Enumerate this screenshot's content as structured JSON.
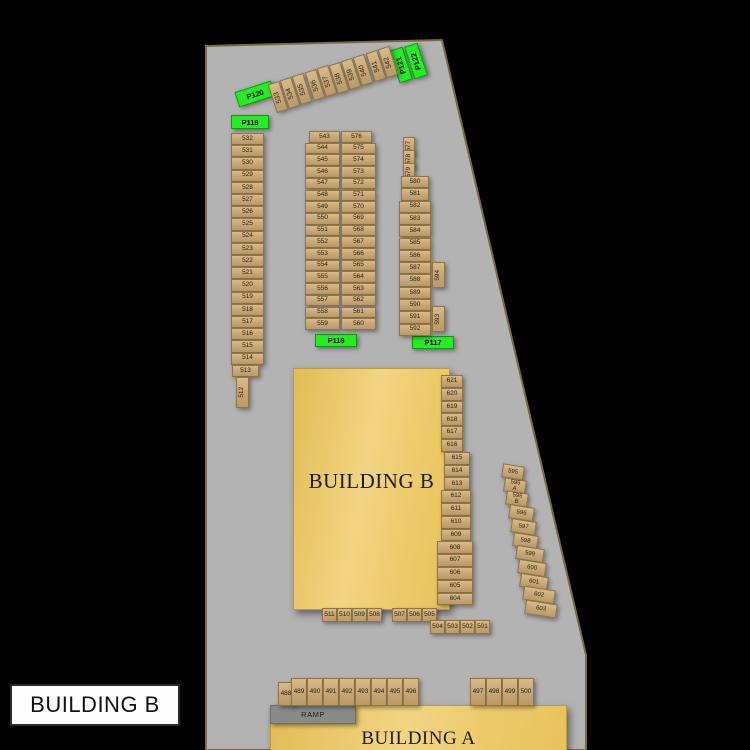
{
  "map": {
    "title_plate": "BUILDING B",
    "buildings": [
      {
        "id": "building-b",
        "name": "BUILDING B"
      },
      {
        "id": "building-a",
        "name": "BUILDING A"
      }
    ],
    "ramp_label": "RAMP",
    "colors": {
      "background": "#000000",
      "lot_fill": "#b3b3b3",
      "lot_border": "#7a6a43",
      "building_fill": "#edcb6d",
      "stall_fill": "#c8a878",
      "stall_border": "#8d7548",
      "pillar_label_fill": "#22ee22",
      "ramp_fill": "#8a8a8a"
    },
    "pillar_labels": [
      {
        "name": "P120",
        "text": "P120"
      },
      {
        "name": "P119",
        "text": "P119"
      },
      {
        "name": "P121",
        "text": "P121"
      },
      {
        "name": "P122",
        "text": "P122"
      },
      {
        "name": "P118",
        "text": "P118"
      },
      {
        "name": "P117",
        "text": "P117"
      }
    ],
    "stall_groups": {
      "diagonal_top": [
        "533",
        "534",
        "535",
        "536",
        "537",
        "538",
        "539",
        "540",
        "541",
        "542"
      ],
      "column_west": [
        "532",
        "531",
        "530",
        "529",
        "528",
        "527",
        "526",
        "525",
        "524",
        "523",
        "522",
        "521",
        "520",
        "519",
        "518",
        "517",
        "516",
        "515",
        "514",
        "513",
        "512"
      ],
      "column_center_left": [
        "543",
        "544",
        "545",
        "546",
        "547",
        "548",
        "549",
        "550",
        "551",
        "552",
        "553",
        "554",
        "555",
        "556",
        "557",
        "558",
        "559"
      ],
      "column_center_right": [
        "576",
        "575",
        "574",
        "573",
        "572",
        "571",
        "570",
        "569",
        "568",
        "567",
        "566",
        "565",
        "564",
        "563",
        "562",
        "561",
        "560"
      ],
      "column_east": [
        "577",
        "578",
        "579",
        "580",
        "581",
        "582",
        "583",
        "584",
        "585",
        "586",
        "587",
        "588",
        "589",
        "590",
        "591",
        "592"
      ],
      "column_east_side": [
        "594",
        "593"
      ],
      "building_b_east": [
        "621",
        "620",
        "619",
        "618",
        "617",
        "616",
        "615",
        "614",
        "613",
        "612",
        "611",
        "610",
        "609",
        "608",
        "607",
        "606",
        "605",
        "604"
      ],
      "far_east_diagonal": [
        "595",
        "595\nA",
        "595\nB",
        "596",
        "597",
        "598",
        "599",
        "600",
        "601",
        "602",
        "603"
      ],
      "building_b_south": [
        "511",
        "510",
        "509",
        "508",
        "507",
        "506",
        "505",
        "504",
        "503",
        "502",
        "501"
      ],
      "building_a_north": [
        "488",
        "489",
        "490",
        "491",
        "492",
        "493",
        "494",
        "495",
        "496",
        "497",
        "498",
        "499",
        "500"
      ]
    }
  }
}
